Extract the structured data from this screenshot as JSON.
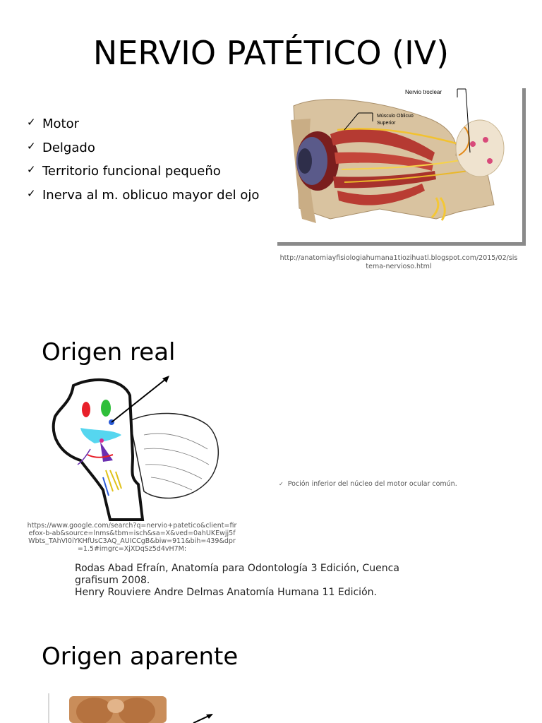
{
  "slide1": {
    "title": "NERVIO PATÉTICO (IV)",
    "bullets": [
      "Motor",
      "Delgado",
      "Territorio funcional pequeño",
      "Inerva al m. oblicuo mayor del ojo"
    ],
    "figure": {
      "label_troclear": "Nervio troclear",
      "label_muscle_line1": "Músculo Oblicuo",
      "label_muscle_line2": "Superior"
    },
    "caption": "http://anatomiayfisiologiahumana1tiozihuatl.blogspot.com/2015/02/sistema-nervioso.html"
  },
  "slide2": {
    "title": "Origen real",
    "note": "Poción inferior del núcleo del motor ocular común.",
    "caption": "https://www.google.com/search?q=nervio+patetico&client=firefox-b-ab&source=lnms&tbm=isch&sa=X&ved=0ahUKEwjj5fWbts_TAhVI0iYKHfUsC3AQ_AUICCgB&biw=911&bih=439&dpr=1.5#imgrc=XjXDqSz5d4vH7M:",
    "references": [
      "Rodas Abad Efraín, Anatomía para Odontología 3 Edición, Cuenca grafisum 2008.",
      "Henry Rouviere Andre Delmas Anatomía Humana 11 Edición."
    ]
  },
  "slide3": {
    "title": "Origen aparente"
  },
  "icons": {
    "bullet": "checkmark-icon",
    "check_glyph": "✓"
  },
  "colors": {
    "figure_shadow": "#8a8a8a",
    "caption_text": "#555555"
  }
}
